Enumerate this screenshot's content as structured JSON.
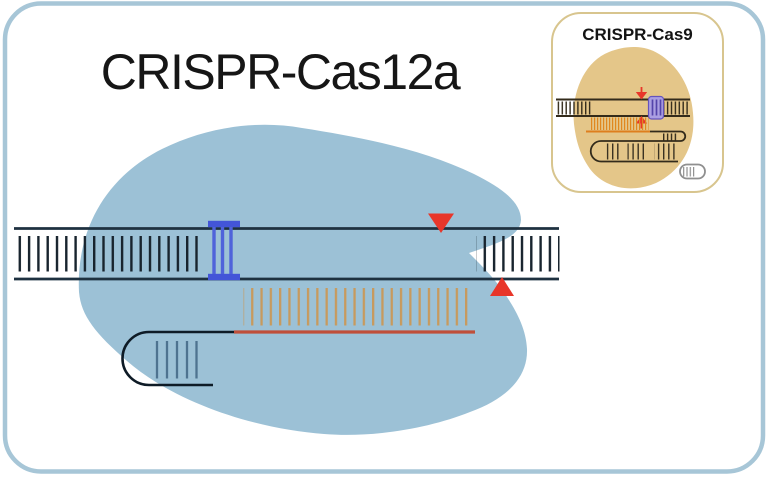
{
  "main_panel": {
    "title": "CRISPR-Cas12a",
    "colors": {
      "panel_border": "#a7c6d7",
      "protein_blob": "#9cc1d6",
      "dna_strand": "#1e3140",
      "dna_ticks": "#18242e",
      "pam_site": "#4355d8",
      "guide_rna_line": "#bf4f3a",
      "rna_dna_hybrid_ticks": "#c79a5e",
      "hairpin_ticks": "#4e7390",
      "cut_site_marker": "#e8362a"
    },
    "icons": {
      "cut_site_non_target_strand": "red-triangle-down",
      "cut_site_target_strand": "red-triangle-up",
      "guide_rna_handle": "hairpin-loop"
    }
  },
  "inset_panel": {
    "title": "CRISPR-Cas9",
    "colors": {
      "frame_border": "#d8c58e",
      "protein_blob": "#e4c689",
      "dna_strand": "#332b1b",
      "pam_site_fill": "#ab9fe2",
      "pam_site_ticks": "#5444aa",
      "guide_rna_line": "#e0881f",
      "scaffold_3prime_end": "#8f8f8f",
      "cut_site_marker": "#e8362a"
    },
    "icons": {
      "cut_site_markers": "red-arrowheads-blunt-cut",
      "sgrna_scaffold": "stem-loops"
    }
  }
}
